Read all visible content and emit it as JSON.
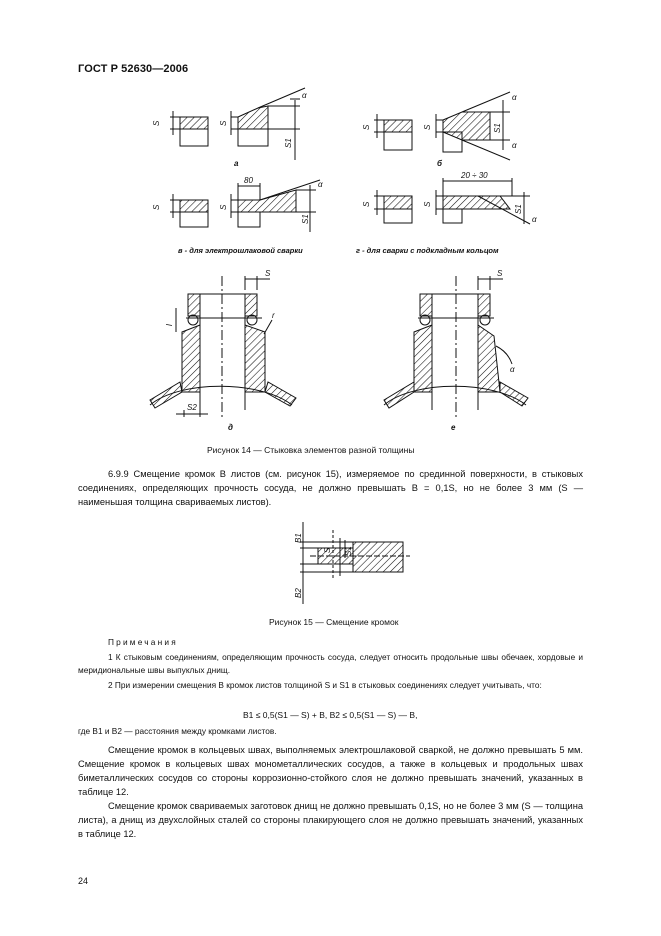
{
  "header": {
    "doc_id": "ГОСТ Р 52630—2006"
  },
  "figure14": {
    "labels": {
      "a": "а",
      "b": "б",
      "c": "в",
      "d": "г",
      "e": "д",
      "f": "е"
    },
    "dims": {
      "s": "S",
      "s1": "S1",
      "s2": "S2",
      "alpha": "α",
      "r": "r",
      "l": "l",
      "dim80": "80",
      "dim20_30": "20 ÷ 30"
    },
    "note_c": "в - для электрошлаковой сварки",
    "note_d": "г - для сварки с подкладным кольцом",
    "caption": "Рисунок 14 — Стыковка элементов разной толщины"
  },
  "section_699": "6.9.9 Смещение кромок B листов (см. рисунок 15), измеряемое по срединной поверхности, в стыковых соединениях, определяющих прочность сосуда, не должно превышать B = 0,1S, но не более 3 мм (S — наименьшая толщина свариваемых листов).",
  "figure15": {
    "dims": {
      "b1": "B1",
      "b2": "B2",
      "s": "S",
      "s1": "S1"
    },
    "caption": "Рисунок 15 — Смещение кромок"
  },
  "notes": {
    "title": "Примечания",
    "n1": "1 К стыковым соединениям, определяющим прочность сосуда, следует относить продольные швы обечаек, хордовые и меридиональные швы выпуклых днищ.",
    "n2": "2 При измерении смещения B кромок листов толщиной S и S1 в стыковых соединениях следует учитывать, что:",
    "formula": "B1 ≤ 0,5(S1 — S) + B, B2 ≤ 0,5(S1 — S) — B,",
    "where": "где B1 и B2 — расстояния между кромками листов."
  },
  "paragraphs": [
    "Смещение кромок в кольцевых швах, выполняемых электрошлаковой сваркой, не должно превышать 5 мм. Смещение кромок в кольцевых швах монометаллических сосудов, а также в кольцевых и продольных швах биметаллических сосудов со стороны коррозионно-стойкого слоя не должно превышать значений, указанных в таблице 12.",
    "Смещение кромок свариваемых заготовок днищ не должно превышать 0,1S, но не более 3 мм (S — толщина листа), а днищ из двухслойных сталей со стороны плакирующего слоя не должно превышать значений, указанных в таблице 12."
  ],
  "page_number": "24"
}
